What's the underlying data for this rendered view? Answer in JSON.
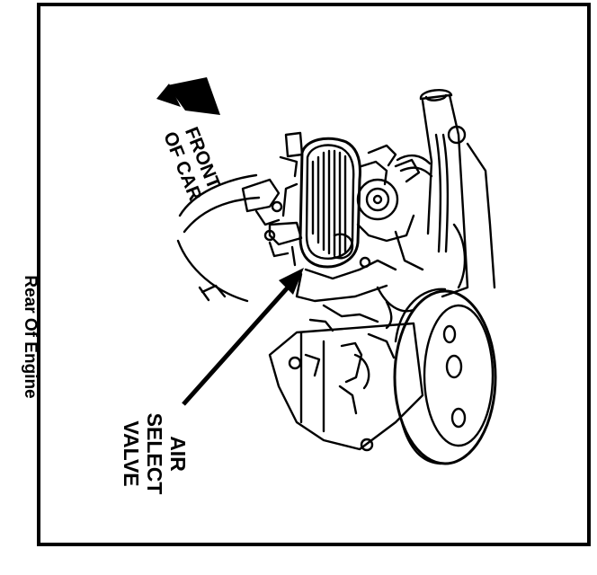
{
  "labels": {
    "rear": "Rear Of Engine",
    "front_line1": "FRONT",
    "front_line2": "OF CAR",
    "valve_line1": "AIR",
    "valve_line2": "SELECT",
    "valve_line3": "VALVE"
  },
  "colors": {
    "ink": "#000000",
    "paper": "#ffffff"
  }
}
